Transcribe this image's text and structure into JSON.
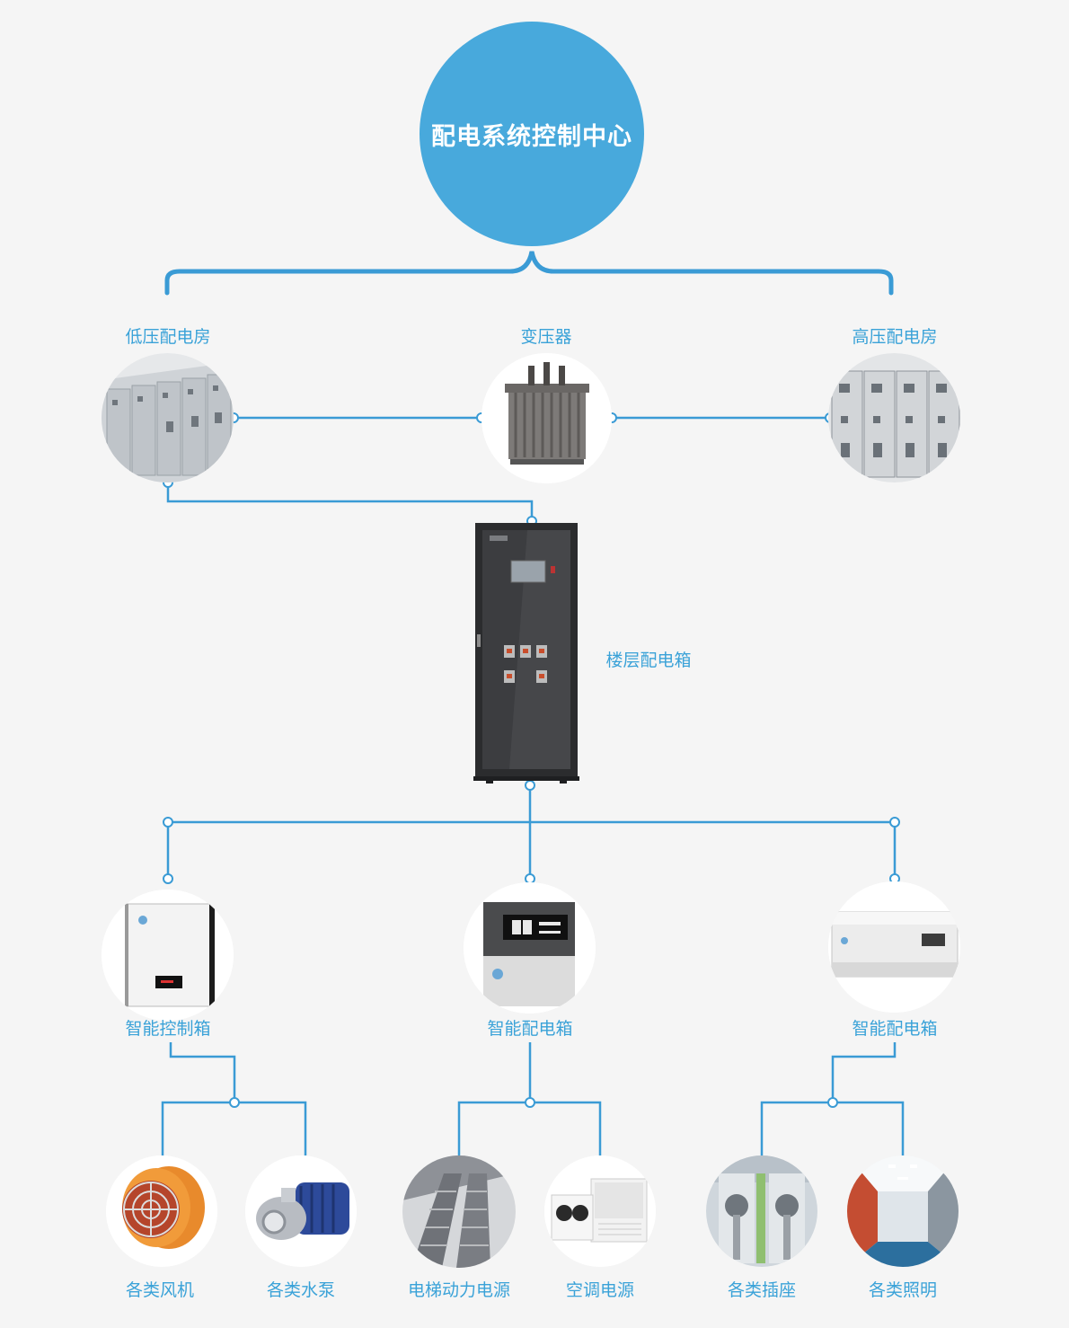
{
  "center": {
    "title": "配电系统控制中心"
  },
  "level1": {
    "left": "低压配电房",
    "middle": "变压器",
    "right": "高压配电房"
  },
  "floor_box": "楼层配电箱",
  "level3": {
    "left": "智能控制箱",
    "middle": "智能配电箱",
    "right": "智能配电箱"
  },
  "loads": [
    "各类风机",
    "各类水泵",
    "电梯动力电源",
    "空调电源",
    "各类插座",
    "各类照明"
  ],
  "colors": {
    "accent": "#48a9dc",
    "line": "#3a9bd5",
    "background": "#f5f5f5"
  }
}
